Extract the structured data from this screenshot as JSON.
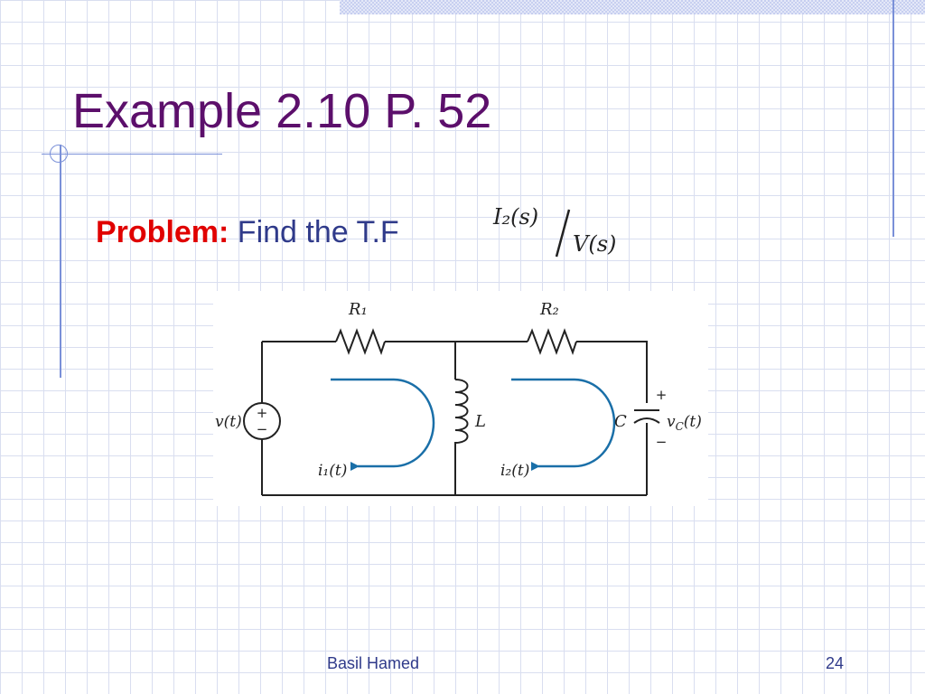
{
  "slide": {
    "title": "Example 2.10 P. 52",
    "problem_label": "Problem:",
    "problem_text": " Find the T.F",
    "tf_numerator": "I₂(s)",
    "tf_denominator": "V(s)"
  },
  "circuit": {
    "r1": "R₁",
    "r2": "R₂",
    "inductor": "L",
    "capacitor": "C",
    "source": "v(t)",
    "cap_voltage": "v",
    "cap_voltage_sub": "C",
    "cap_voltage_arg": "(t)",
    "loop1": "i₁(t)",
    "loop2": "i₂(t)",
    "plus": "+",
    "minus": "−"
  },
  "footer": {
    "author": "Basil Hamed",
    "page": "24"
  },
  "colors": {
    "title": "#5c0f6b",
    "problem_label": "#e00000",
    "text": "#2f3a8a",
    "arrow": "#1a6fa8",
    "wire": "#222222"
  }
}
